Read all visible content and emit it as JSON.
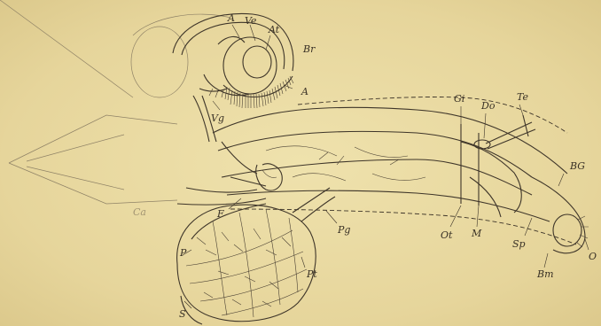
{
  "figure": {
    "labels": {
      "A_top": "A",
      "Ve": "Ve",
      "At": "At",
      "Br": "Br",
      "A_mid": "A",
      "Vg": "Vg",
      "Gi": "Gi",
      "Do": "Do",
      "Te": "Te",
      "BG": "BG",
      "F": "F",
      "Pg": "Pg",
      "Ot": "Ot",
      "M": "M",
      "Sp": "Sp",
      "O": "O",
      "Bm": "Bm",
      "P": "P",
      "Pt": "Pt",
      "S": "S",
      "faint_left": "Ca"
    },
    "colors": {
      "paper": "#e8d9a0",
      "ink": "#3e3529",
      "faded_ink": "#8f8266"
    }
  }
}
